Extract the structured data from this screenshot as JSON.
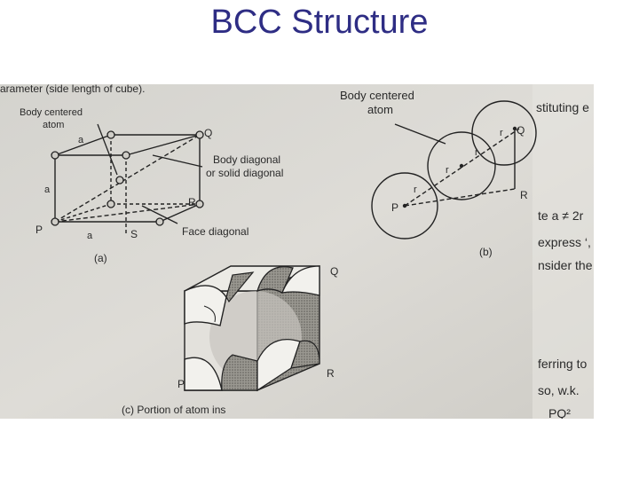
{
  "slide": {
    "title": "BCC Structure"
  },
  "figure": {
    "top_text": "arameter (side length of cube).",
    "a": {
      "body_centered_atom": [
        "Body centered",
        "atom"
      ],
      "body_diagonal": [
        "Body diagonal",
        "or solid diagonal"
      ],
      "face_diagonal": "Face diagonal",
      "pt_q": "Q",
      "pt_r": "R",
      "pt_p": "P",
      "pt_s": "S",
      "edge_a": "a",
      "caption": "(a)"
    },
    "b": {
      "body_centered_atom": [
        "Body centered",
        "atom"
      ],
      "pt_q": "Q",
      "pt_r": "R",
      "pt_p": "P",
      "radius": "r",
      "caption": "(b)"
    },
    "c": {
      "pt_q": "Q",
      "pt_r": "R",
      "pt_p": "P",
      "caption": "(c) Portion of atom ins"
    },
    "right_text": [
      "stituting e",
      "te  a ≠ 2r",
      "express ‘,",
      "nsider the",
      "ferring to",
      "so,  w.k.",
      "PQ²"
    ]
  }
}
